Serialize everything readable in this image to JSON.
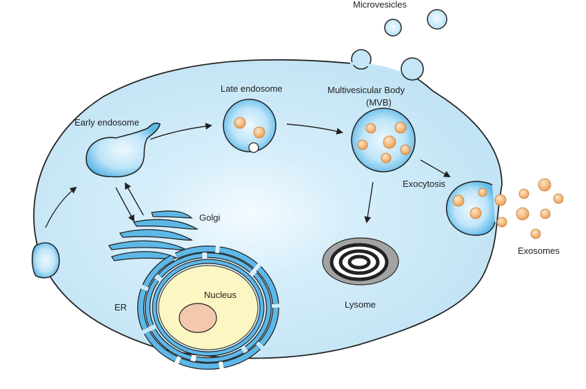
{
  "labels": {
    "microvesicles": "Microvesicles",
    "early_endosome": "Early endosome",
    "late_endosome": "Late endosome",
    "mvb_line1": "Multivesicular Body",
    "mvb_line2": "(MVB)",
    "golgi": "Golgi",
    "exocytosis": "Exocytosis",
    "exosomes": "Exosomes",
    "nucleus": "Nucleus",
    "er": "ER",
    "lysosome": "Lysome"
  },
  "colors": {
    "cell_fill": "#c2e4f5",
    "cell_center": "#f4fbff",
    "membrane": "#222222",
    "organelle_blue": "#54b4e6",
    "vesicle_light": "#d3edfa",
    "cargo": "#efb073",
    "nucleus_fill": "#fbf6c2",
    "nucleolus_fill": "#f3c9ad",
    "lysosome_gray": "#9c9c9c"
  }
}
